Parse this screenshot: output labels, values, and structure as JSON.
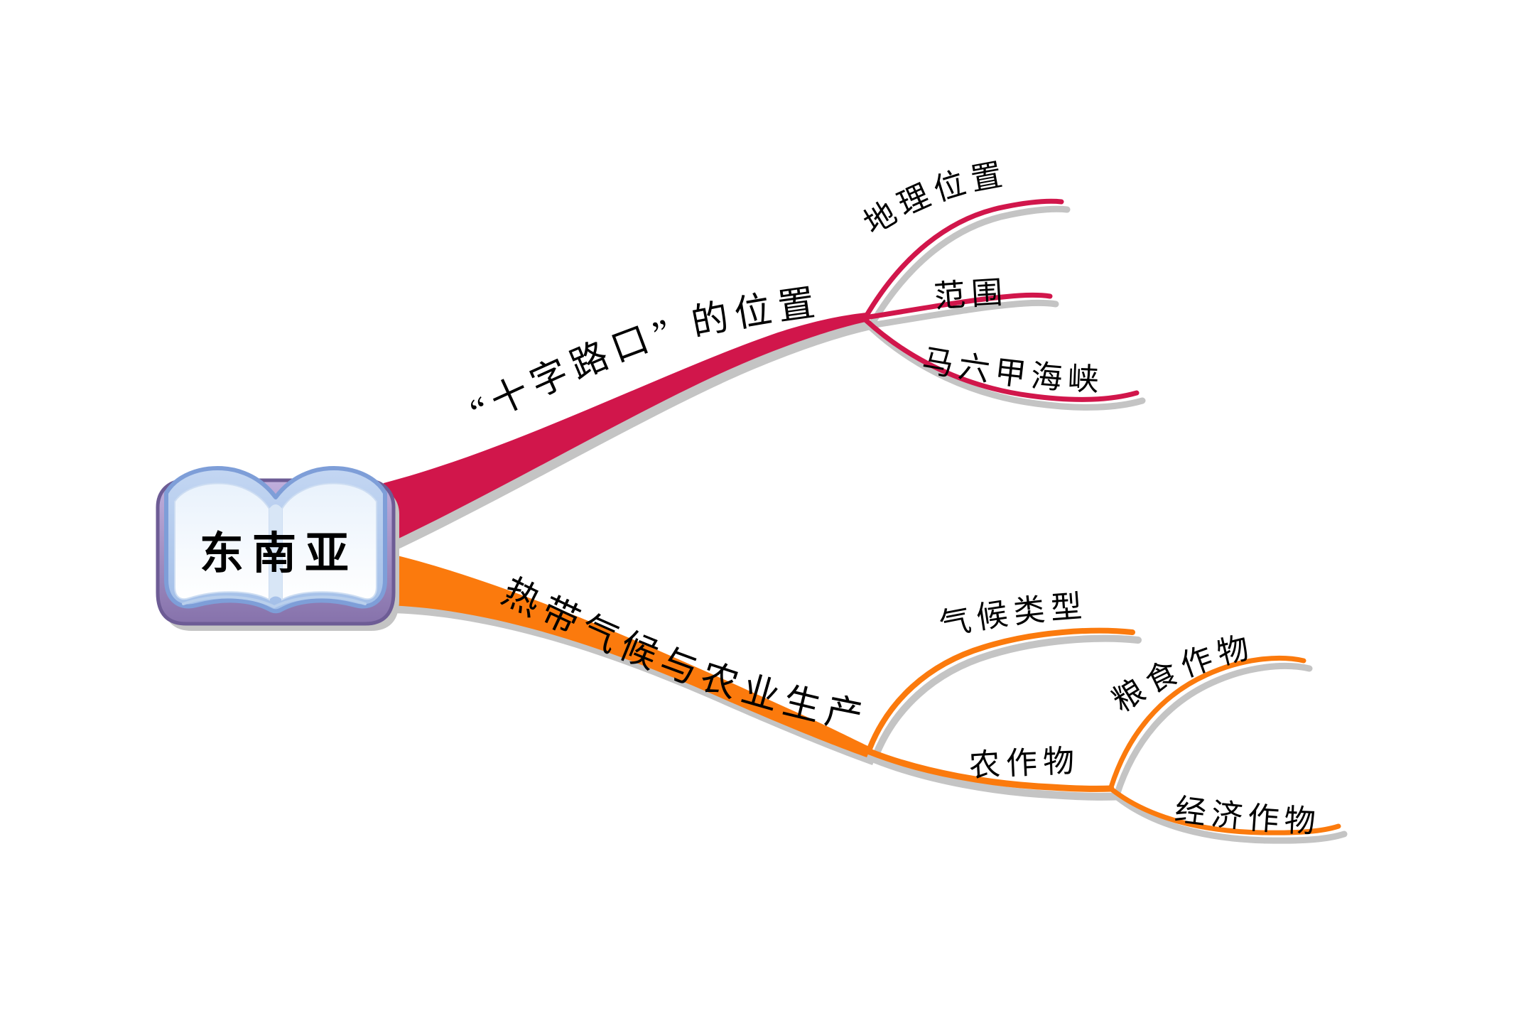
{
  "colors": {
    "background": "#ffffff",
    "red": "#d1164b",
    "orange": "#fb7a0d",
    "shadow": "#c4c4c4",
    "text": "#000000",
    "book-cover-dark": "#6d5c95",
    "book-edge-stroke": "#7e9ed8"
  },
  "root": {
    "label": "东南亚"
  },
  "branches": [
    {
      "label": "“十字路口” 的位置",
      "color": "#d1164b",
      "children": [
        {
          "label": "地理位置"
        },
        {
          "label": "范围"
        },
        {
          "label": "马六甲海峡"
        }
      ]
    },
    {
      "label": "热带气候与农业生产",
      "color": "#fb7a0d",
      "children": [
        {
          "label": "气候类型"
        },
        {
          "label": "农作物",
          "children": [
            {
              "label": "粮食作物"
            },
            {
              "label": "经济作物"
            }
          ]
        }
      ]
    }
  ]
}
